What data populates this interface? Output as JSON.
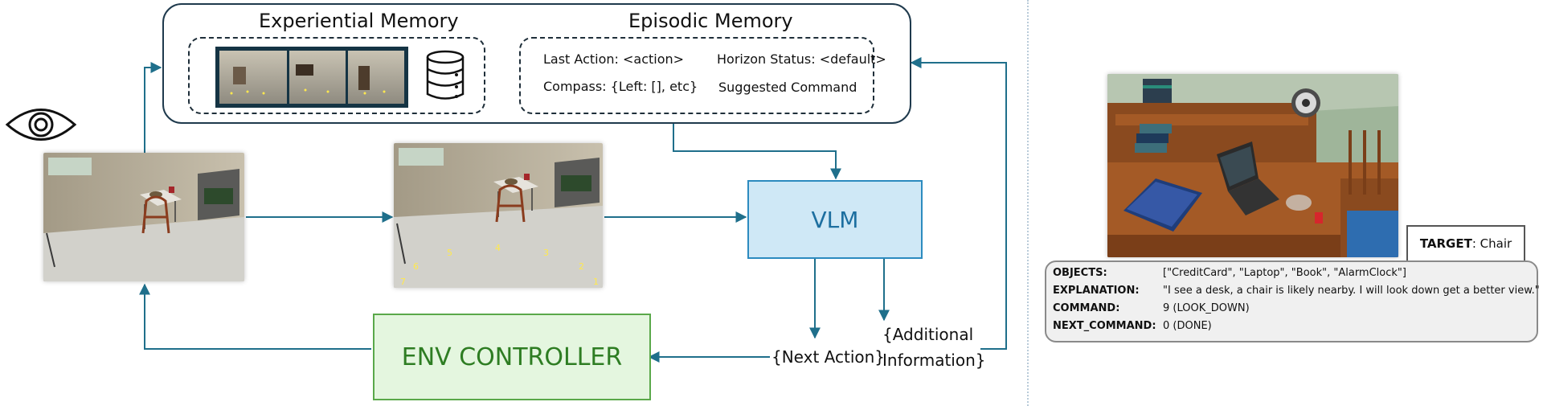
{
  "experiential_memory": {
    "title": "Experiential Memory"
  },
  "episodic_memory": {
    "title": "Episodic Memory",
    "fields": {
      "last_action": "Last Action: <action>",
      "horizon_status": "Horizon Status: <default>",
      "compass": "Compass: {Left: [], etc}",
      "suggested_command": "Suggested Command"
    }
  },
  "nodes": {
    "vlm": "VLM",
    "env_controller": "ENV CONTROLLER",
    "next_action": "{Next Action}",
    "additional_information": [
      "{Additional",
      "Information}"
    ]
  },
  "grid_labels": [
    "6",
    "5",
    "4",
    "3",
    "2",
    "7",
    "1"
  ],
  "target": {
    "key": "TARGET",
    "value": ": Chair"
  },
  "info_panel": {
    "rows": [
      {
        "key": "OBJECTS:",
        "value": "[\"CreditCard\", \"Laptop\", \"Book\", \"AlarmClock\"]"
      },
      {
        "key": "EXPLANATION:",
        "value": "\"I see a desk, a chair is likely nearby. I will look down get a better view.\""
      },
      {
        "key": "COMMAND:",
        "value": "9 (LOOK_DOWN)"
      },
      {
        "key": "NEXT_COMMAND:",
        "value": "0 (DONE)"
      }
    ]
  },
  "colors": {
    "arrow": "#1f6f8b",
    "vlm_fill": "#cfe8f6",
    "env_fill": "#e4f6df",
    "env_text": "#2e7d23",
    "vlm_text": "#1d6fa0"
  }
}
